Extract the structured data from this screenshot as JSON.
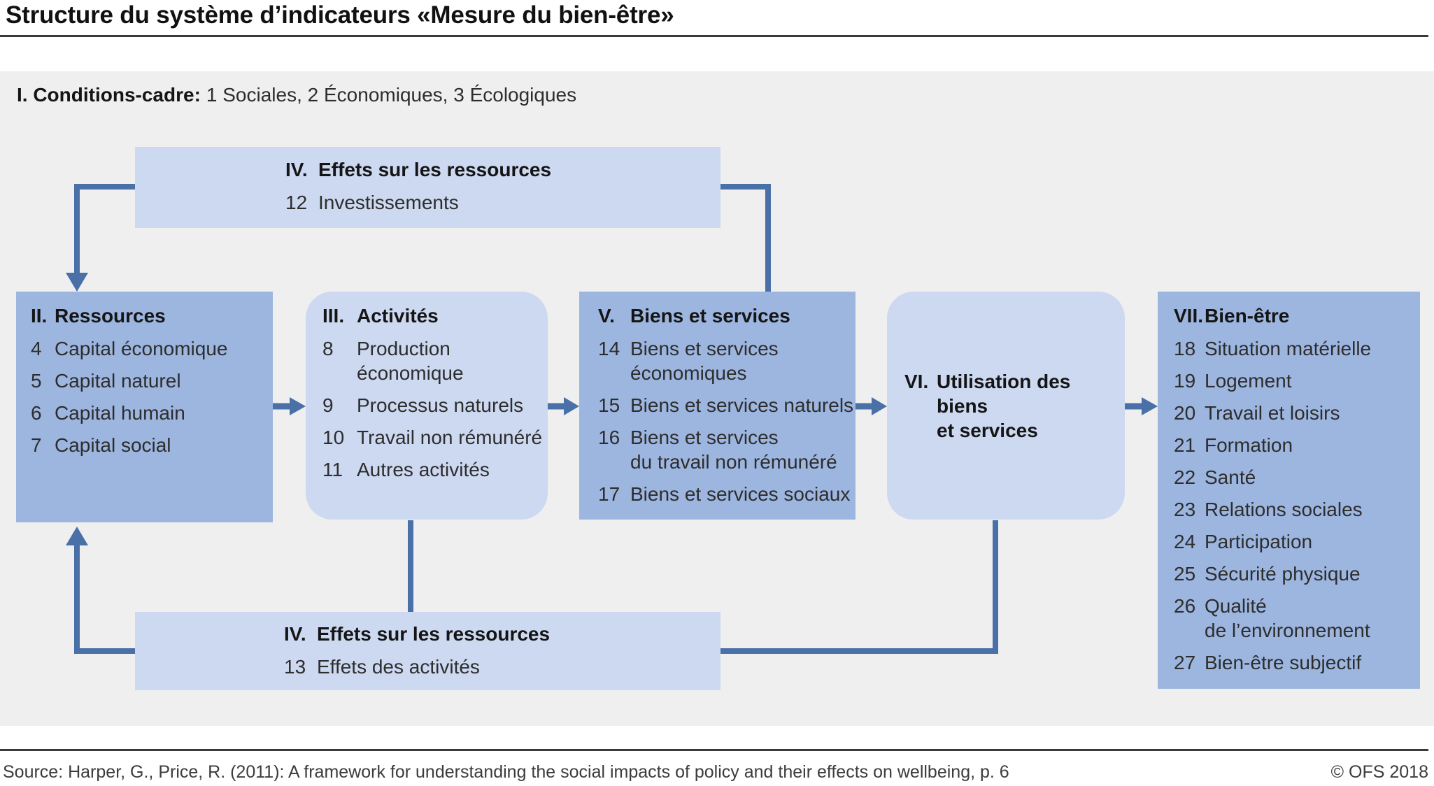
{
  "page": {
    "title": "Structure du système d’indicateurs «Mesure du bien-être»",
    "source": "Source: Harper, G., Price, R. (2011): A framework for understanding the social impacts of policy and their effects on wellbeing, p. 6",
    "copyright": "© OFS 2018"
  },
  "conditions": {
    "label": "I. Conditions-cadre:",
    "text": "1 Sociales, 2 Économiques, 3 Écologiques"
  },
  "boxes": {
    "iv_top": {
      "numeral": "IV.",
      "title": "Effets sur les ressources",
      "items": [
        {
          "num": "12",
          "label": "Investissements"
        }
      ]
    },
    "ii": {
      "numeral": "II.",
      "title": "Ressources",
      "items": [
        {
          "num": "4",
          "label": "Capital économique"
        },
        {
          "num": "5",
          "label": "Capital naturel"
        },
        {
          "num": "6",
          "label": "Capital humain"
        },
        {
          "num": "7",
          "label": "Capital social"
        }
      ]
    },
    "iii": {
      "numeral": "III.",
      "title": "Activités",
      "items": [
        {
          "num": "8",
          "label": "Production\néconomique"
        },
        {
          "num": "9",
          "label": "Processus naturels"
        },
        {
          "num": "10",
          "label": "Travail non rémunéré"
        },
        {
          "num": "11",
          "label": "Autres activités"
        }
      ]
    },
    "v": {
      "numeral": "V.",
      "title": "Biens et services",
      "items": [
        {
          "num": "14",
          "label": "Biens et services\néconomiques"
        },
        {
          "num": "15",
          "label": "Biens et services naturels"
        },
        {
          "num": "16",
          "label": "Biens et services\ndu travail non rémunéré"
        },
        {
          "num": "17",
          "label": "Biens et services sociaux"
        }
      ]
    },
    "vi": {
      "numeral": "VI.",
      "title": "Utilisation des biens\net services",
      "items": []
    },
    "vii": {
      "numeral": "VII.",
      "title": "Bien-être",
      "items": [
        {
          "num": "18",
          "label": "Situation matérielle"
        },
        {
          "num": "19",
          "label": "Logement"
        },
        {
          "num": "20",
          "label": "Travail et loisirs"
        },
        {
          "num": "21",
          "label": "Formation"
        },
        {
          "num": "22",
          "label": "Santé"
        },
        {
          "num": "23",
          "label": "Relations sociales"
        },
        {
          "num": "24",
          "label": "Participation"
        },
        {
          "num": "25",
          "label": "Sécurité physique"
        },
        {
          "num": "26",
          "label": "Qualité\nde l’environnement"
        },
        {
          "num": "27",
          "label": "Bien-être subjectif"
        }
      ]
    },
    "iv_bottom": {
      "numeral": "IV.",
      "title": "Effets sur les ressources",
      "items": [
        {
          "num": "13",
          "label": "Effets des activités"
        }
      ]
    }
  },
  "colors": {
    "panel_gray": "#efeff0",
    "light_blue": "#cdd9f1",
    "medium_blue": "#9db6e0",
    "arrow_blue": "#4a70a8"
  }
}
